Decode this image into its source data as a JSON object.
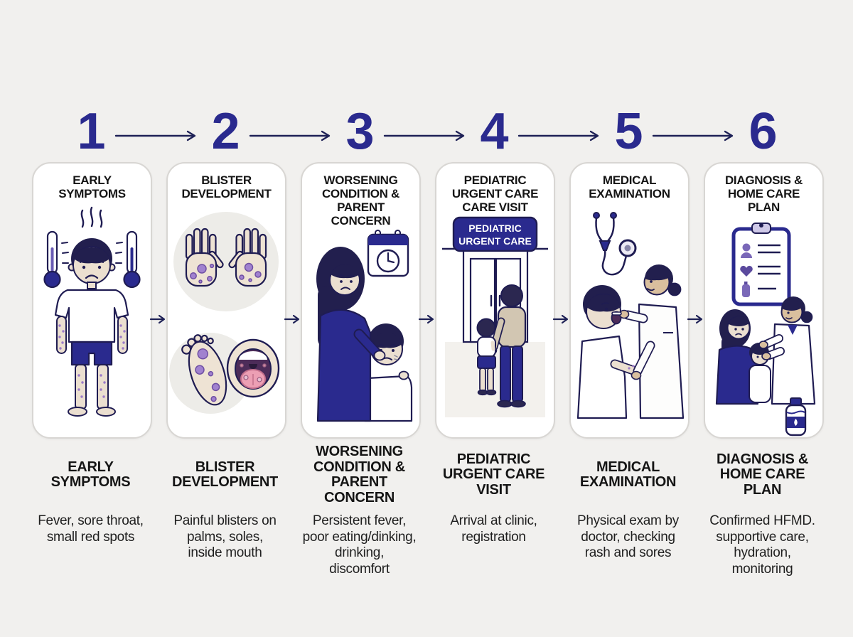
{
  "infographic": {
    "subject": "HFMD pediatric urgent care visit journey",
    "colors": {
      "page_bg": "#f1f0ee",
      "card_bg": "#ffffff",
      "card_border": "#d8d6d3",
      "number_navy": "#2a2a8e",
      "outline_navy": "#1f1c52",
      "title_black": "#151515",
      "text_dark": "#1f1f1f",
      "blister_purple": "#9b79c8",
      "skin": "#ebdfd0",
      "sign_navy": "#2a2a8e"
    },
    "icons": {
      "arrow-right-icon": "long line with chevron head →",
      "thermometer-icon": "thermometer with navy bulb",
      "heat-waves-icon": "three wavy heat lines",
      "calendar-clock-icon": "calendar page with clock face",
      "stethoscope-icon": "stethoscope with gauge",
      "clipboard-icon": "clipboard checklist with person, heart, bottle",
      "water-bottle-icon": "water bottle with navy label"
    }
  },
  "steps": [
    {
      "number": "1",
      "title": "EARLY\nSYMPTOMS",
      "label": "EARLY\nSYMPTOMS",
      "description": "Fever, sore throat,\nsmall red spots"
    },
    {
      "number": "2",
      "title": "BLISTER\nDEVELOPMENT",
      "label": "BLISTER\nDEVELOPMENT",
      "description": "Painful blisters on\npalms, soles,\ninside mouth"
    },
    {
      "number": "3",
      "title": "WORSENING\nCONDITION &\nPARENT\nCONCERN",
      "label": "WORSENING\nCONDITION &\nPARENT\nCONCERN",
      "description": "Persistent fever,\npoor eating/dinking,\ndrinking,\ndiscomfort"
    },
    {
      "number": "4",
      "title": "PEDIATRIC\nURGENT CARE\nCARE VISIT",
      "label": "PEDIATRIC\nURGENT CARE\nVISIT",
      "description": "Arrival at clinic,\nregistration",
      "sign_line1": "PEDIATRIC",
      "sign_line2": "URGENT CARE"
    },
    {
      "number": "5",
      "title": "MEDICAL\nEXAMINATION",
      "label": "MEDICAL\nEXAMINATION",
      "description": "Physical exam by\ndoctor, checking\nrash and sores"
    },
    {
      "number": "6",
      "title": "DIAGNOSIS &\nHOME CARE\nPLAN",
      "label": "DIAGNOSIS &\nHOME CARE\nPLAN",
      "description": "Confirmed HFMD.\nsupportive care,\nhydration,\nmonitoring"
    }
  ]
}
